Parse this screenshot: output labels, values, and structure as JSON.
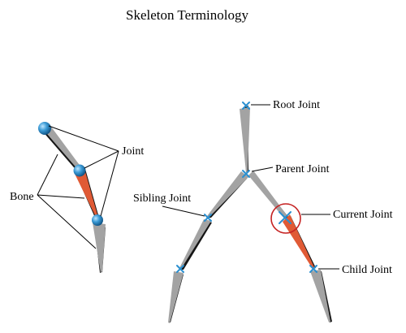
{
  "title": "Skeleton Terminology",
  "left_labels": {
    "joint": "Joint",
    "bone": "Bone"
  },
  "right_labels": {
    "root_joint": "Root Joint",
    "parent_joint": "Parent Joint",
    "sibling_joint": "Sibling Joint",
    "current_joint": "Current Joint",
    "child_joint": "Child Joint"
  },
  "colors": {
    "bone_gray": "#a3a3a3",
    "bone_shadow": "#151515",
    "bone_highlight": "#e05a35",
    "joint_sphere": "#2e8fc8",
    "joint_cross": "#2a8fd0",
    "current_circle": "#c52222",
    "leader_line": "#000000"
  }
}
